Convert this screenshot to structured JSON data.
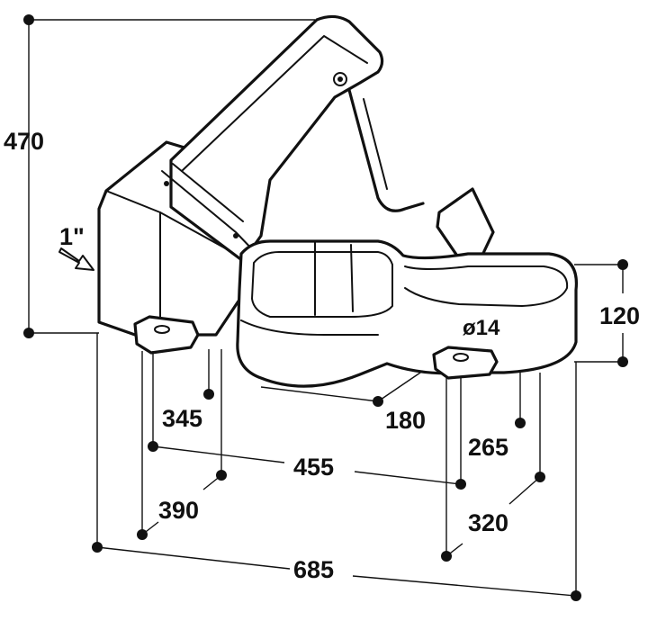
{
  "drawing": {
    "dimensions": {
      "height_total": "470",
      "inlet": "1\"",
      "bowl_height": "120",
      "hole_diameter": "ø14",
      "depth_left": "345",
      "bowl_depth": "180",
      "depth_right": "265",
      "hole_spacing": "455",
      "width_left": "390",
      "width_right": "320",
      "length_total": "685"
    },
    "colors": {
      "line": "#111111",
      "background": "#ffffff",
      "shade": "#d9d9d9"
    }
  }
}
